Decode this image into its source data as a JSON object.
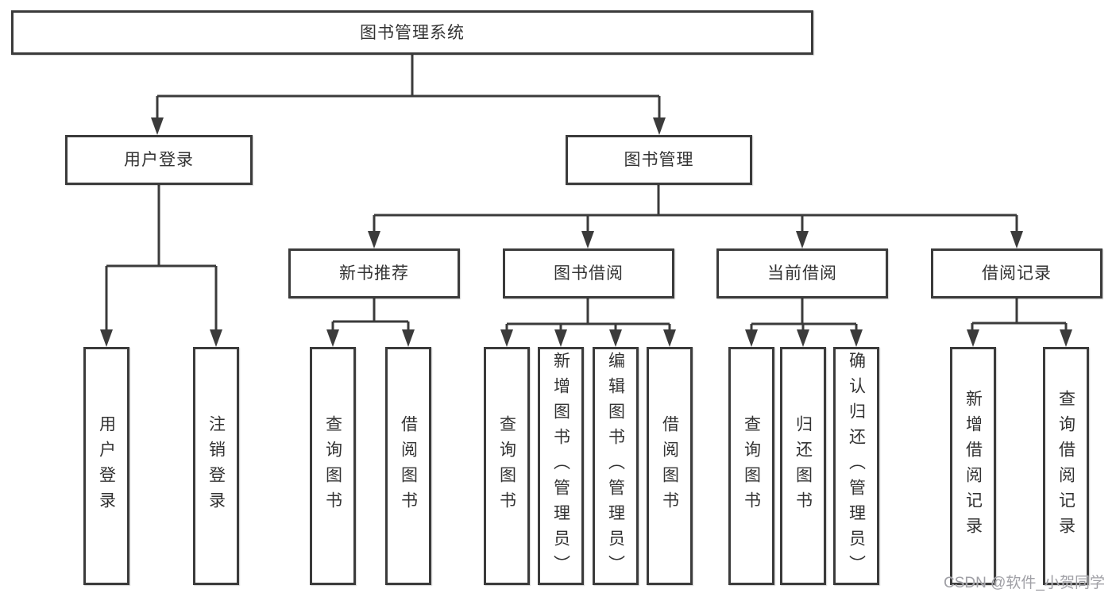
{
  "tree": {
    "label": "图书管理系统",
    "children": [
      {
        "label": "用户登录",
        "children": [
          {
            "label": "用户登录"
          },
          {
            "label": "注销登录"
          }
        ]
      },
      {
        "label": "图书管理",
        "children": [
          {
            "label": "新书推荐",
            "children": [
              {
                "label": "查询图书"
              },
              {
                "label": "借阅图书"
              }
            ]
          },
          {
            "label": "图书借阅",
            "children": [
              {
                "label": "查询图书"
              },
              {
                "label": "新增图书（管理员）"
              },
              {
                "label": "编辑图书（管理员）"
              },
              {
                "label": "借阅图书"
              }
            ]
          },
          {
            "label": "当前借阅",
            "children": [
              {
                "label": "查询图书"
              },
              {
                "label": "归还图书"
              },
              {
                "label": "确认归还（管理员）"
              }
            ]
          },
          {
            "label": "借阅记录",
            "children": [
              {
                "label": "新增借阅记录"
              },
              {
                "label": "查询借阅记录"
              }
            ]
          }
        ]
      }
    ]
  },
  "watermark": {
    "text": "CSDN @软件_小贺同学"
  },
  "colors": {
    "line": "#3b3b3b",
    "box_border": "#3b3b3b",
    "text": "#333333",
    "watermark_text": "#a0a0a6",
    "background": "#ffffff"
  }
}
